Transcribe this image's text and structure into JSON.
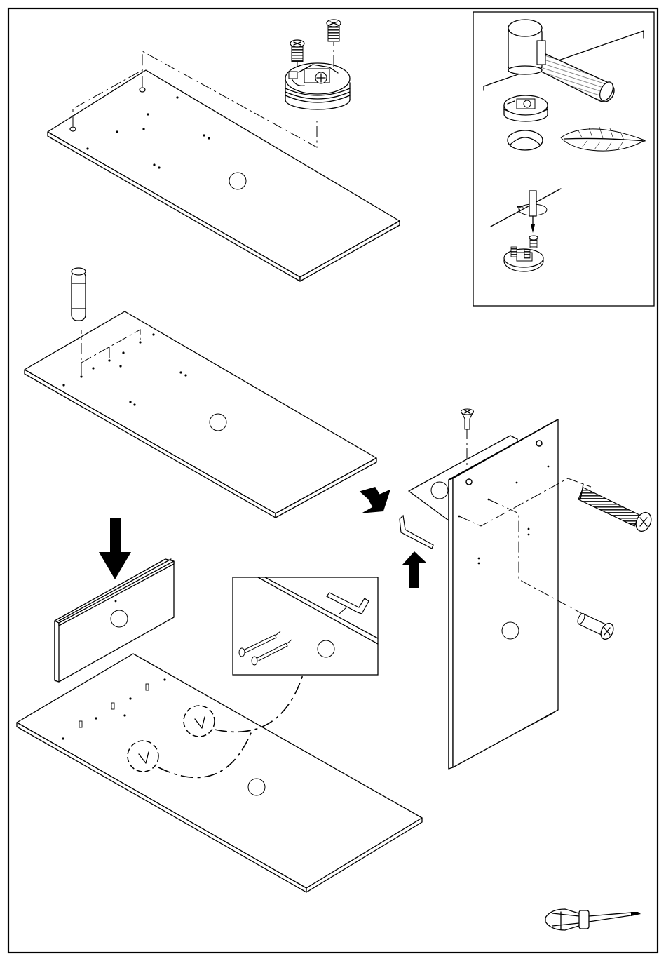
{
  "diagram": {
    "steps": [
      {
        "name": "top-panel-with-cam-fittings"
      },
      {
        "name": "panel-with-dowels"
      },
      {
        "name": "base-panel-with-plinth"
      },
      {
        "name": "side-panel-with-screws"
      }
    ],
    "insets": [
      {
        "name": "cam-fitting-installation"
      },
      {
        "name": "allen-key-detail"
      }
    ],
    "tools": [
      "hammer",
      "screwdriver",
      "allen-key"
    ],
    "arrow_directions": [
      "down",
      "right",
      "up"
    ]
  }
}
